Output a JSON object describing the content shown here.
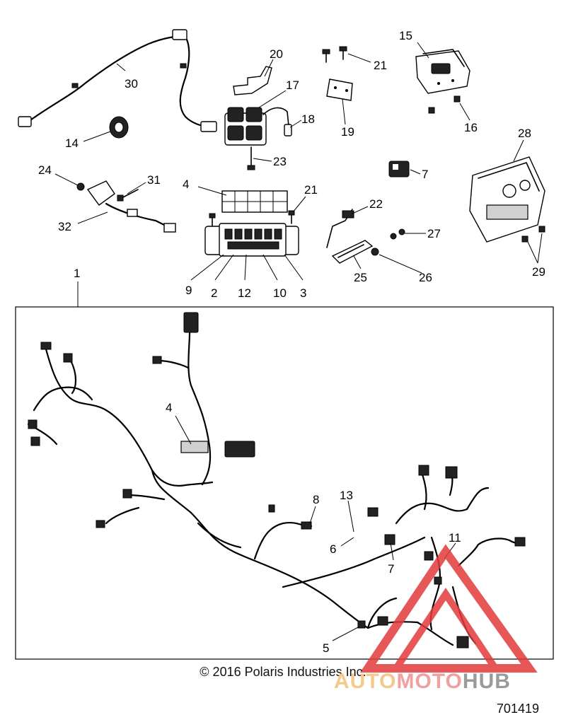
{
  "callouts": {
    "c1": "1",
    "c2": "2",
    "c3": "3",
    "c4_top": "4",
    "c4_harness": "4",
    "c5": "5",
    "c6": "6",
    "c7_top": "7",
    "c7_harness": "7",
    "c8": "8",
    "c9": "9",
    "c10": "10",
    "c11": "11",
    "c12": "12",
    "c13": "13",
    "c14": "14",
    "c15": "15",
    "c16": "16",
    "c17": "17",
    "c18": "18",
    "c19": "19",
    "c20": "20",
    "c21_top": "21",
    "c21_mid": "21",
    "c22": "22",
    "c23": "23",
    "c24": "24",
    "c25": "25",
    "c26": "26",
    "c27": "27",
    "c28": "28",
    "c29": "29",
    "c30": "30",
    "c31": "31",
    "c32": "32"
  },
  "copyright": "© 2016 Polaris Industries Inc.",
  "diagram_number": "701419",
  "watermark": {
    "part1": "AUTO",
    "part2": "MOTO",
    "part3": "HUB"
  },
  "colors": {
    "line": "#000000",
    "watermark_red": "#e23a3a",
    "watermark_orange": "#f5c98a",
    "watermark_grey": "#9a9a9a"
  }
}
